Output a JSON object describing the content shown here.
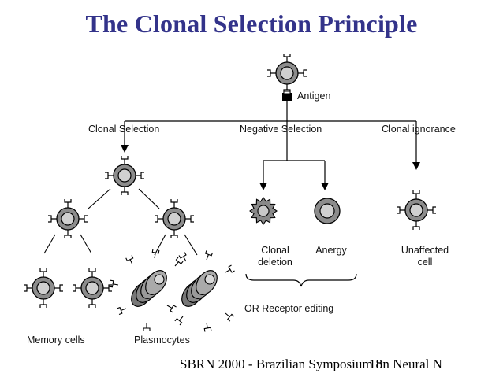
{
  "title": "The Clonal Selection Principle",
  "labels": {
    "antigen": "Antigen",
    "clonal_selection": "Clonal  Selection",
    "negative_selection": "Negative Selection",
    "clonal_ignorance": "Clonal  ignorance",
    "clonal_deletion_line1": "Clonal",
    "clonal_deletion_line2": "deletion",
    "anergy": "Anergy",
    "unaffected_line1": "Unaffected",
    "unaffected_line2": "cell",
    "receptor_editing": "OR Receptor editing",
    "memory_cells": "Memory cells",
    "plasmocytes": "Plasmocytes"
  },
  "footer": {
    "text": "SBRN 2000 - Brazilian Symposium on Neural N",
    "page_number": "18"
  }
}
